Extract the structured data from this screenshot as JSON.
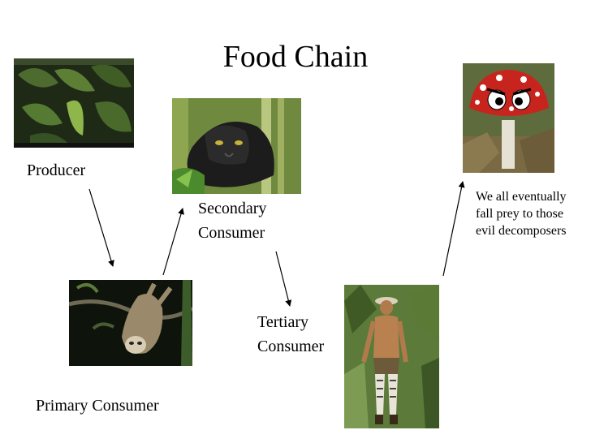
{
  "slide": {
    "title": "Food Chain",
    "labels": {
      "producer": "Producer",
      "primary": "Primary Consumer",
      "secondary": "Secondary Consumer",
      "tertiary": "Tertiary Consumer"
    },
    "decomposer_note": "We all eventually fall prey to those evil decomposers"
  },
  "images": {
    "producer": "leaves-photo",
    "primary": "sloth-photo",
    "secondary": "panther-photo",
    "tertiary": "jungle-man-photo",
    "decomposer": "mushroom-photo"
  }
}
